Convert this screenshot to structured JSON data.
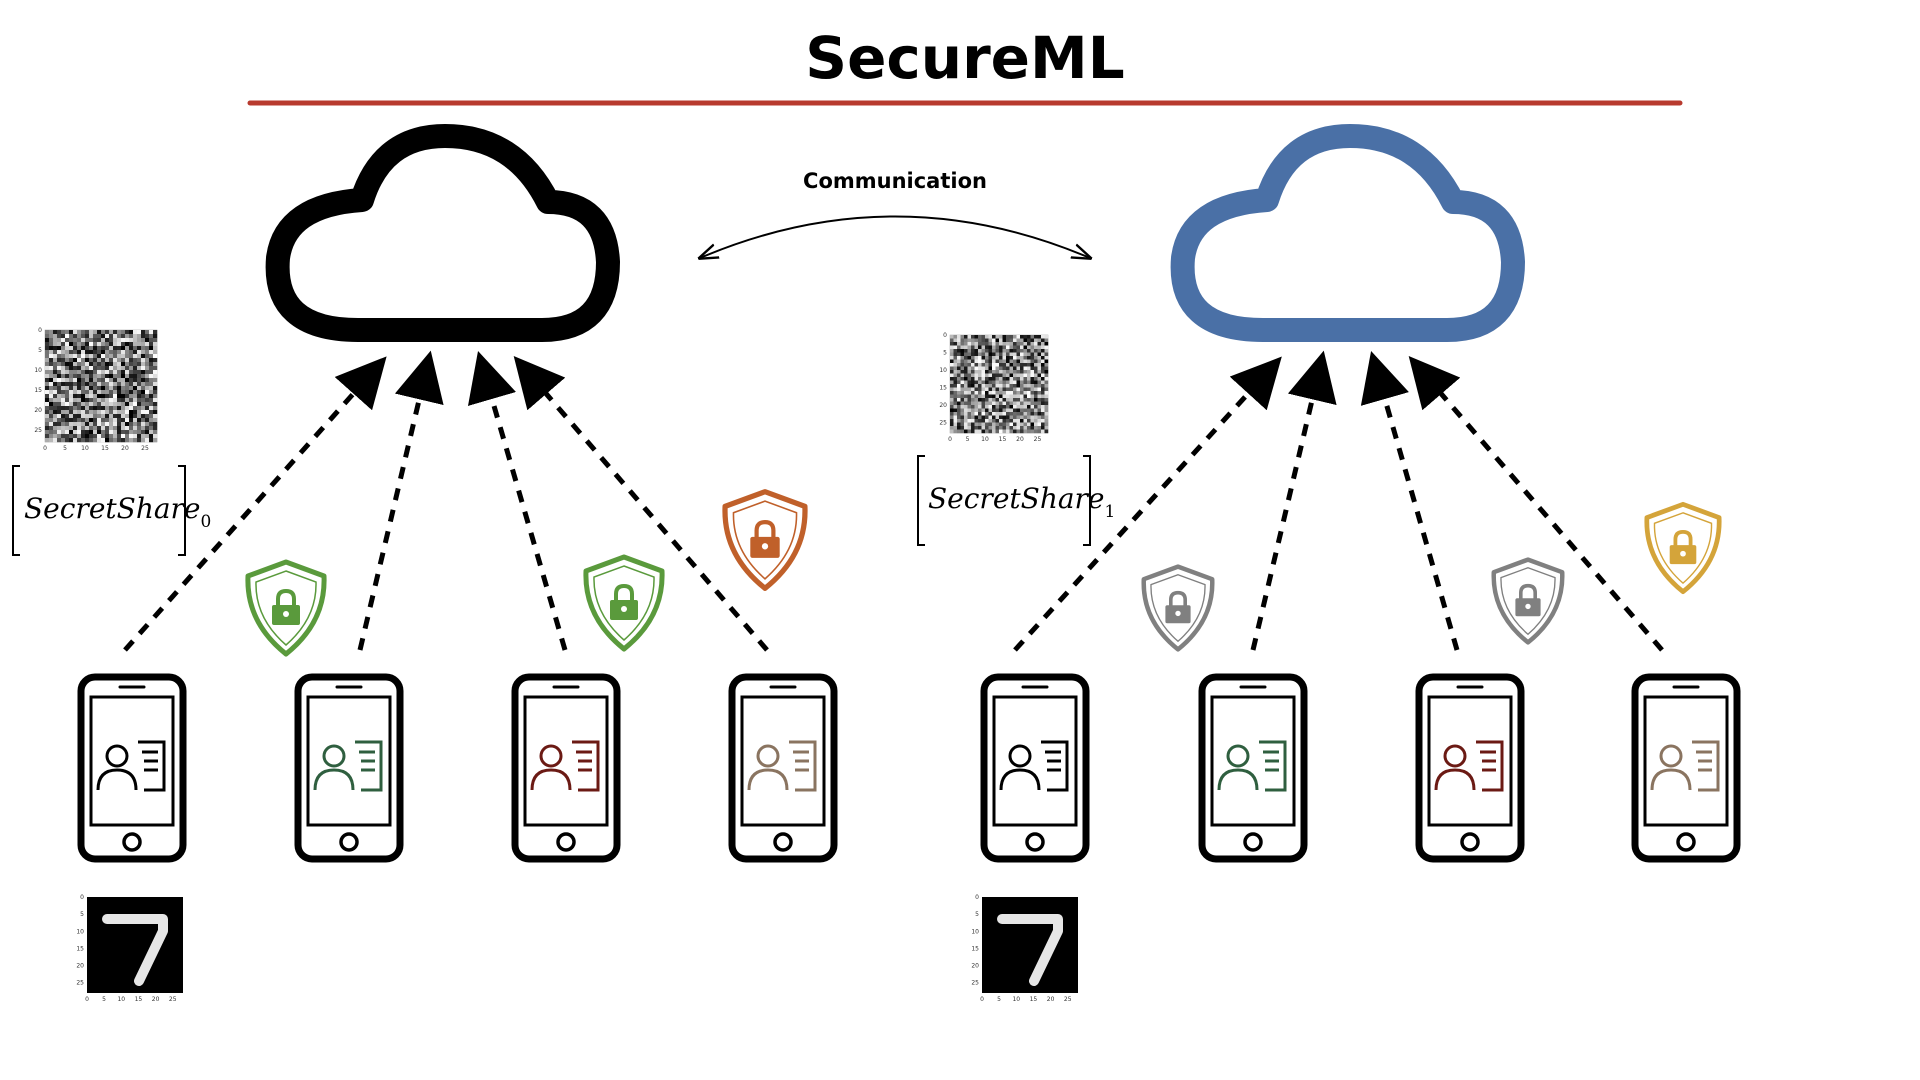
{
  "title": "SecureML",
  "communication_label": "Communication",
  "left": {
    "secret_share_text": "SecretShare",
    "secret_share_index": "0",
    "cloud_color": "#000000",
    "shield_colors": [
      "#5a9a3c",
      "#5a9a3c",
      "#c0602a"
    ],
    "phone_person_colors": [
      "#000000",
      "#2f5f3f",
      "#6b1a14",
      "#8a7460"
    ]
  },
  "right": {
    "secret_share_text": "SecretShare",
    "secret_share_index": "1",
    "cloud_color": "#4a70a6",
    "shield_colors": [
      "#808080",
      "#808080",
      "#d4a43a"
    ],
    "phone_person_colors": [
      "#000000",
      "#2f5f3f",
      "#6b1a14",
      "#8a7460"
    ]
  },
  "digit_image": {
    "digit": "7",
    "ticks_y": [
      "0",
      "5",
      "10",
      "15",
      "20",
      "25"
    ],
    "ticks_x": [
      "0",
      "5",
      "10",
      "15",
      "20",
      "25"
    ]
  },
  "noise_ticks": [
    "0",
    "5",
    "10",
    "15",
    "20",
    "25"
  ],
  "colors": {
    "title_rule": "#b83a2e",
    "arrow": "#000000"
  }
}
